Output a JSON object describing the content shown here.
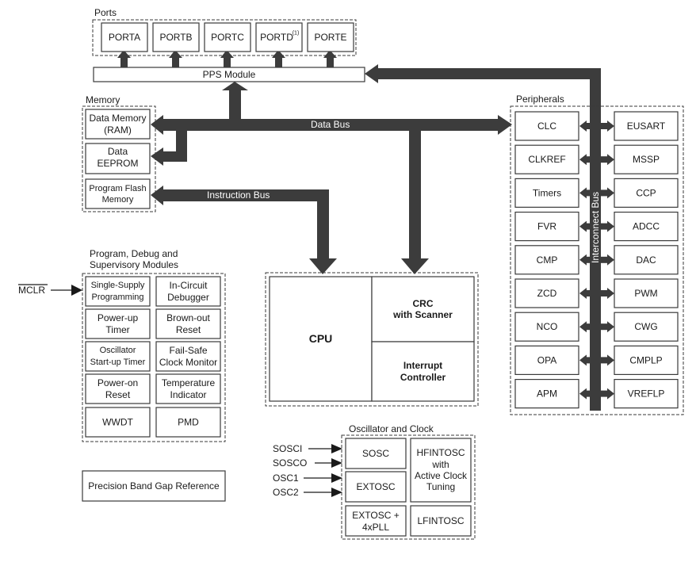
{
  "ports": {
    "label": "Ports",
    "items": [
      "PORTA",
      "PORTB",
      "PORTC",
      "PORTD",
      "PORTE"
    ],
    "portd_note": "(1)"
  },
  "pps": {
    "label": "PPS Module"
  },
  "memory": {
    "label": "Memory",
    "data_memory": [
      "Data Memory",
      "(RAM)"
    ],
    "eeprom": [
      "Data",
      "EEPROM"
    ],
    "flash": [
      "Program Flash",
      "Memory"
    ]
  },
  "buses": {
    "data_bus": "Data Bus",
    "instruction_bus": "Instruction Bus",
    "interconnect_bus": "Interconnect Bus"
  },
  "peripherals": {
    "label": "Peripherals",
    "left": [
      "CLC",
      "CLKREF",
      "Timers",
      "FVR",
      "CMP",
      "ZCD",
      "NCO",
      "OPA",
      "APM"
    ],
    "right": [
      "EUSART",
      "MSSP",
      "CCP",
      "ADCC",
      "DAC",
      "PWM",
      "CWG",
      "CMPLP",
      "VREFLP"
    ]
  },
  "supervisory": {
    "label_line1": "Program, Debug and",
    "label_line2": "Supervisory Modules",
    "mclr": "MCLR",
    "rows": [
      [
        [
          "Single-Supply",
          "Programming"
        ],
        [
          "In-Circuit",
          "Debugger"
        ]
      ],
      [
        [
          "Power-up",
          "Timer"
        ],
        [
          "Brown-out",
          "Reset"
        ]
      ],
      [
        [
          "Oscillator",
          "Start-up Timer"
        ],
        [
          "Fail-Safe",
          "Clock Monitor"
        ]
      ],
      [
        [
          "Power-on",
          "Reset"
        ],
        [
          "Temperature",
          "Indicator"
        ]
      ],
      [
        [
          "WWDT"
        ],
        [
          "PMD"
        ]
      ]
    ]
  },
  "core": {
    "cpu": "CPU",
    "crc": [
      "CRC",
      "with Scanner"
    ],
    "interrupt": [
      "Interrupt",
      "Controller"
    ]
  },
  "oscillator": {
    "label": "Oscillator and Clock",
    "pins": [
      "SOSCI",
      "SOSCO",
      "OSC1",
      "OSC2"
    ],
    "sosc": "SOSC",
    "extosc": "EXTOSC",
    "extosc_pll": [
      "EXTOSC +",
      "4xPLL"
    ],
    "hfintosc": [
      "HFINTOSC",
      "with",
      "Active Clock",
      "Tuning"
    ],
    "lfintosc": "LFINTOSC"
  },
  "bandgap": {
    "label": "Precision Band Gap Reference"
  }
}
